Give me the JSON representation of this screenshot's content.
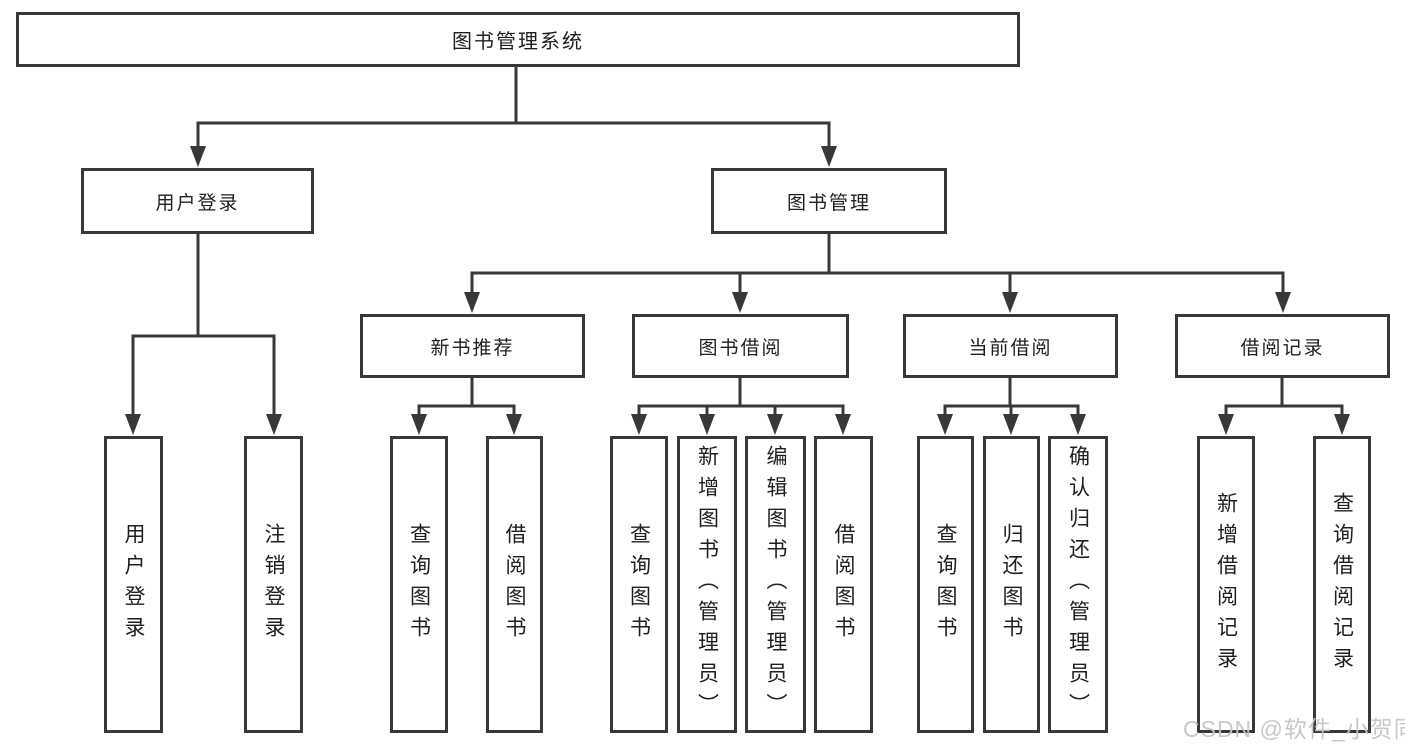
{
  "colors": {
    "line": "#383838",
    "box_border": "#383838",
    "text": "#1f1f1f",
    "background": "#ffffff",
    "watermark": "#c6c6c6"
  },
  "tree": {
    "root": {
      "label": "图书管理系统"
    },
    "branches": [
      {
        "label": "用户登录",
        "children": [
          {
            "label": "用户登录"
          },
          {
            "label": "注销登录"
          }
        ]
      },
      {
        "label": "图书管理",
        "children": [
          {
            "label": "新书推荐",
            "children": [
              {
                "label": "查询图书"
              },
              {
                "label": "借阅图书"
              }
            ]
          },
          {
            "label": "图书借阅",
            "children": [
              {
                "label": "查询图书"
              },
              {
                "label": "新增图书（管理员）"
              },
              {
                "label": "编辑图书（管理员）"
              },
              {
                "label": "借阅图书"
              }
            ]
          },
          {
            "label": "当前借阅",
            "children": [
              {
                "label": "查询图书"
              },
              {
                "label": "归还图书"
              },
              {
                "label": "确认归还（管理员）"
              }
            ]
          },
          {
            "label": "借阅记录",
            "children": [
              {
                "label": "新增借阅记录"
              },
              {
                "label": "查询借阅记录"
              }
            ]
          }
        ]
      }
    ]
  },
  "watermark": {
    "text": "CSDN @软件_小贺同学"
  }
}
